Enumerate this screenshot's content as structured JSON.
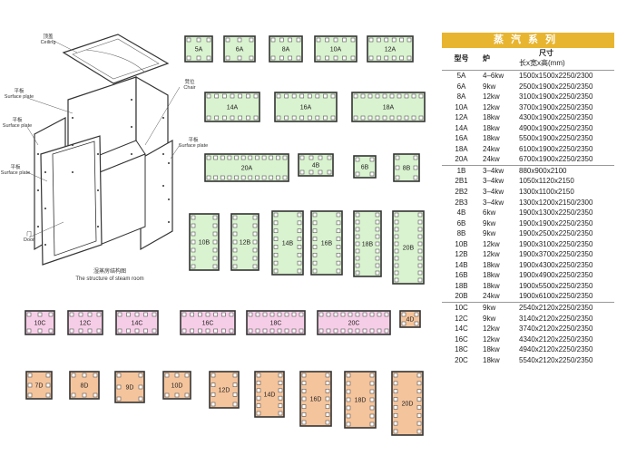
{
  "room": {
    "ceiling_zh": "顶盖",
    "ceiling_en": "Ceiling",
    "chair_zh": "凳位",
    "chair_en": "Chair",
    "surface_zh": "平板",
    "surface_en": "Surface plate",
    "door_zh": "门",
    "door_en": "Door",
    "caption_zh": "湿蒸房结构图",
    "caption_en": "The structure of steam room"
  },
  "colors": {
    "green": "#d9f2cf",
    "pink": "#f6cde6",
    "orange": "#f4c49c",
    "table_header": "#e8b530"
  },
  "plans": [
    {
      "label": "5A",
      "fill": "green"
    },
    {
      "label": "6A",
      "fill": "green"
    },
    {
      "label": "8A",
      "fill": "green"
    },
    {
      "label": "10A",
      "fill": "green"
    },
    {
      "label": "12A",
      "fill": "green"
    },
    {
      "label": "14A",
      "fill": "green"
    },
    {
      "label": "16A",
      "fill": "green"
    },
    {
      "label": "18A",
      "fill": "green"
    },
    {
      "label": "20A",
      "fill": "green"
    },
    {
      "label": "4B",
      "fill": "green"
    },
    {
      "label": "6B",
      "fill": "green"
    },
    {
      "label": "8B",
      "fill": "green"
    },
    {
      "label": "10B",
      "fill": "green"
    },
    {
      "label": "12B",
      "fill": "green"
    },
    {
      "label": "14B",
      "fill": "green"
    },
    {
      "label": "16B",
      "fill": "green"
    },
    {
      "label": "18B",
      "fill": "green"
    },
    {
      "label": "20B",
      "fill": "green"
    },
    {
      "label": "10C",
      "fill": "pink"
    },
    {
      "label": "12C",
      "fill": "pink"
    },
    {
      "label": "14C",
      "fill": "pink"
    },
    {
      "label": "16C",
      "fill": "pink"
    },
    {
      "label": "18C",
      "fill": "pink"
    },
    {
      "label": "20C",
      "fill": "pink"
    },
    {
      "label": "4D",
      "fill": "orange"
    },
    {
      "label": "7D",
      "fill": "orange"
    },
    {
      "label": "8D",
      "fill": "orange"
    },
    {
      "label": "9D",
      "fill": "orange"
    },
    {
      "label": "10D",
      "fill": "orange"
    },
    {
      "label": "12D",
      "fill": "orange"
    },
    {
      "label": "14D",
      "fill": "orange"
    },
    {
      "label": "16D",
      "fill": "orange"
    },
    {
      "label": "18D",
      "fill": "orange"
    },
    {
      "label": "20D",
      "fill": "orange"
    }
  ],
  "table": {
    "title": "蒸汽系列",
    "header": {
      "model": "型号",
      "power": "炉",
      "size_zh": "尺寸",
      "size_dims": "长x宽x高(mm)"
    },
    "groups": [
      [
        {
          "model": "5A",
          "power": "4–6kw",
          "size": "1500x1500x2250/2300"
        },
        {
          "model": "6A",
          "power": "9kw",
          "size": "2500x1900x2250/2350"
        },
        {
          "model": "8A",
          "power": "12kw",
          "size": "3100x1900x2250/2350"
        },
        {
          "model": "10A",
          "power": "12kw",
          "size": "3700x1900x2250/2350"
        },
        {
          "model": "12A",
          "power": "18kw",
          "size": "4300x1900x2250/2350"
        },
        {
          "model": "14A",
          "power": "18kw",
          "size": "4900x1900x2250/2350"
        },
        {
          "model": "16A",
          "power": "18kw",
          "size": "5500x1900x2250/2350"
        },
        {
          "model": "18A",
          "power": "24kw",
          "size": "6100x1900x2250/2350"
        },
        {
          "model": "20A",
          "power": "24kw",
          "size": "6700x1900x2250/2350"
        }
      ],
      [
        {
          "model": "1B",
          "power": "3–4kw",
          "size": "880x900x2100"
        },
        {
          "model": "2B1",
          "power": "3–4kw",
          "size": "1050x1120x2150"
        },
        {
          "model": "2B2",
          "power": "3–4kw",
          "size": "1300x1100x2150"
        },
        {
          "model": "2B3",
          "power": "3–4kw",
          "size": "1300x1200x2150/2300"
        },
        {
          "model": "4B",
          "power": "6kw",
          "size": "1900x1300x2250/2350"
        },
        {
          "model": "6B",
          "power": "9kw",
          "size": "1900x1900x2250/2350"
        },
        {
          "model": "8B",
          "power": "9kw",
          "size": "1900x2500x2250/2350"
        },
        {
          "model": "10B",
          "power": "12kw",
          "size": "1900x3100x2250/2350"
        },
        {
          "model": "12B",
          "power": "12kw",
          "size": "1900x3700x2250/2350"
        },
        {
          "model": "14B",
          "power": "18kw",
          "size": "1900x4300x2250/2350"
        },
        {
          "model": "16B",
          "power": "18kw",
          "size": "1900x4900x2250/2350"
        },
        {
          "model": "18B",
          "power": "18kw",
          "size": "1900x5500x2250/2350"
        },
        {
          "model": "20B",
          "power": "24kw",
          "size": "1900x6100x2250/2350"
        }
      ],
      [
        {
          "model": "10C",
          "power": "9kw",
          "size": "2540x2120x2250/2350"
        },
        {
          "model": "12C",
          "power": "9kw",
          "size": "3140x2120x2250/2350"
        },
        {
          "model": "14C",
          "power": "12kw",
          "size": "3740x2120x2250/2350"
        },
        {
          "model": "16C",
          "power": "12kw",
          "size": "4340x2120x2250/2350"
        },
        {
          "model": "18C",
          "power": "18kw",
          "size": "4940x2120x2250/2350"
        },
        {
          "model": "20C",
          "power": "18kw",
          "size": "5540x2120x2250/2350"
        }
      ]
    ]
  }
}
